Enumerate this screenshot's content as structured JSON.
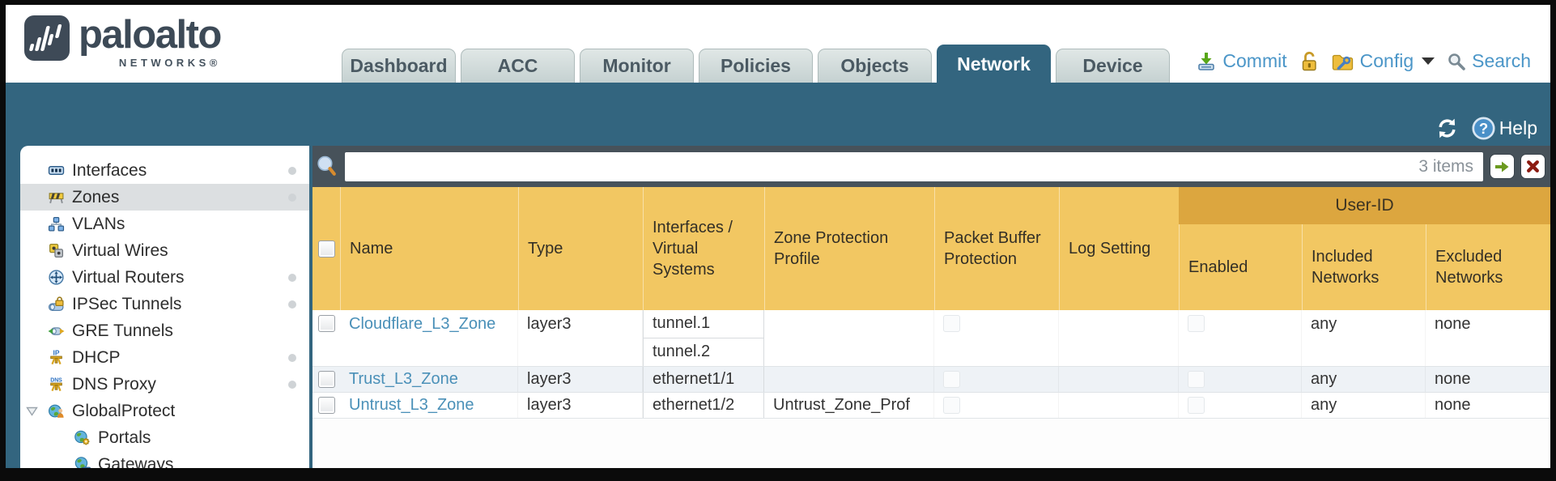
{
  "brand": {
    "name": "paloalto",
    "sub": "NETWORKS®"
  },
  "tabs": [
    {
      "label": "Dashboard",
      "active": false
    },
    {
      "label": "ACC",
      "active": false
    },
    {
      "label": "Monitor",
      "active": false
    },
    {
      "label": "Policies",
      "active": false
    },
    {
      "label": "Objects",
      "active": false
    },
    {
      "label": "Network",
      "active": true
    },
    {
      "label": "Device",
      "active": false
    }
  ],
  "actions": {
    "commit": "Commit",
    "config": "Config",
    "search": "Search"
  },
  "band": {
    "help": "Help"
  },
  "sidebar": {
    "items": [
      {
        "label": "Interfaces",
        "selected": false,
        "dot": true
      },
      {
        "label": "Zones",
        "selected": true,
        "dot": true
      },
      {
        "label": "VLANs",
        "selected": false,
        "dot": false
      },
      {
        "label": "Virtual Wires",
        "selected": false,
        "dot": false
      },
      {
        "label": "Virtual Routers",
        "selected": false,
        "dot": true
      },
      {
        "label": "IPSec Tunnels",
        "selected": false,
        "dot": true
      },
      {
        "label": "GRE Tunnels",
        "selected": false,
        "dot": false
      },
      {
        "label": "DHCP",
        "selected": false,
        "dot": true
      },
      {
        "label": "DNS Proxy",
        "selected": false,
        "dot": true
      },
      {
        "label": "GlobalProtect",
        "selected": false,
        "dot": false,
        "expanded": true
      },
      {
        "label": "Portals",
        "selected": false,
        "dot": false,
        "child": true
      },
      {
        "label": "Gateways",
        "selected": false,
        "dot": false,
        "child": true
      }
    ]
  },
  "toolbar": {
    "filter_value": "",
    "count": "3 items"
  },
  "table": {
    "user_id_group": "User-ID",
    "columns": [
      "Name",
      "Type",
      "Interfaces / Virtual Systems",
      "Zone Protection Profile",
      "Packet Buffer Protection",
      "Log Setting",
      "Enabled",
      "Included Networks",
      "Excluded Networks"
    ],
    "rows": [
      {
        "name": "Cloudflare_L3_Zone",
        "type": "layer3",
        "interfaces": [
          "tunnel.1",
          "tunnel.2"
        ],
        "zone_protection_profile": "",
        "log_setting": "",
        "included_networks": "any",
        "excluded_networks": "none"
      },
      {
        "name": "Trust_L3_Zone",
        "type": "layer3",
        "interfaces": [
          "ethernet1/1"
        ],
        "zone_protection_profile": "",
        "log_setting": "",
        "included_networks": "any",
        "excluded_networks": "none"
      },
      {
        "name": "Untrust_L3_Zone",
        "type": "layer3",
        "interfaces": [
          "ethernet1/2"
        ],
        "zone_protection_profile": "Untrust_Zone_Prof",
        "log_setting": "",
        "included_networks": "any",
        "excluded_networks": "none"
      }
    ]
  },
  "colors": {
    "accent_teal": "#33657F",
    "toolbar_slate": "#47525A",
    "header_gold": "#F2C762",
    "user_id_gold": "#DCA63F",
    "link_blue": "#4A90B8",
    "action_blue": "#4B96C8"
  }
}
